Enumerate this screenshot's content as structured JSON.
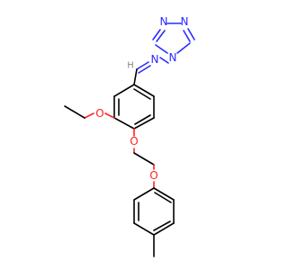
{
  "molecule": {
    "atom_labels": {
      "n1": "N",
      "n2": "N",
      "n4": "N",
      "n_imine": "N",
      "h_imine": "H",
      "o_ethoxy": "O",
      "o_ether1": "O",
      "o_ether2": "O"
    },
    "colors": {
      "bond": "#000000",
      "nitrogen": "#2a2aff",
      "oxygen": "#ff2020",
      "hydrogen": "#888888",
      "background": "#ffffff"
    }
  }
}
